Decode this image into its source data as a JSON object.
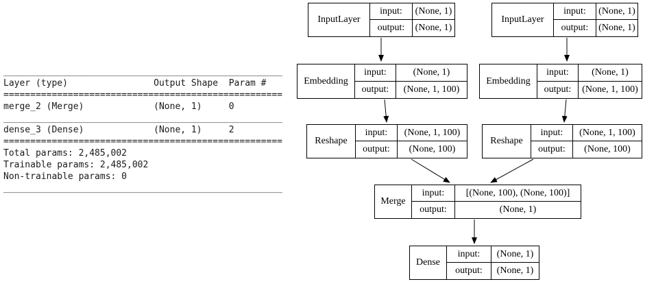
{
  "colors": {
    "border": "#000000",
    "text": "#000000",
    "background": "#ffffff"
  },
  "summary": {
    "lines": [
      "____________________________________________________",
      "Layer (type)                Output Shape  Param #",
      "====================================================",
      "merge_2 (Merge)             (None, 1)     0",
      "____________________________________________________",
      "dense_3 (Dense)             (None, 1)     2",
      "====================================================",
      "Total params: 2,485,002",
      "Trainable params: 2,485,002",
      "Non-trainable params: 0",
      "____________________________________________________"
    ]
  },
  "diagram": {
    "io_labels": {
      "input": "input:",
      "output": "output:"
    },
    "nodes": [
      {
        "id": "input-layer-1",
        "type": "InputLayer",
        "input": "(None, 1)",
        "output": "(None, 1)"
      },
      {
        "id": "input-layer-2",
        "type": "InputLayer",
        "input": "(None, 1)",
        "output": "(None, 1)"
      },
      {
        "id": "embedding-1",
        "type": "Embedding",
        "input": "(None, 1)",
        "output": "(None, 1, 100)"
      },
      {
        "id": "embedding-2",
        "type": "Embedding",
        "input": "(None, 1)",
        "output": "(None, 1, 100)"
      },
      {
        "id": "reshape-1",
        "type": "Reshape",
        "input": "(None, 1, 100)",
        "output": "(None, 100)"
      },
      {
        "id": "reshape-2",
        "type": "Reshape",
        "input": "(None, 1, 100)",
        "output": "(None, 100)"
      },
      {
        "id": "merge",
        "type": "Merge",
        "input": "[(None, 100), (None, 100)]",
        "output": "(None, 1)"
      },
      {
        "id": "dense",
        "type": "Dense",
        "input": "(None, 1)",
        "output": "(None, 1)"
      }
    ],
    "edges": [
      {
        "from": "input-layer-1",
        "to": "embedding-1"
      },
      {
        "from": "input-layer-2",
        "to": "embedding-2"
      },
      {
        "from": "embedding-1",
        "to": "reshape-1"
      },
      {
        "from": "embedding-2",
        "to": "reshape-2"
      },
      {
        "from": "reshape-1",
        "to": "merge"
      },
      {
        "from": "reshape-2",
        "to": "merge"
      },
      {
        "from": "merge",
        "to": "dense"
      }
    ]
  }
}
